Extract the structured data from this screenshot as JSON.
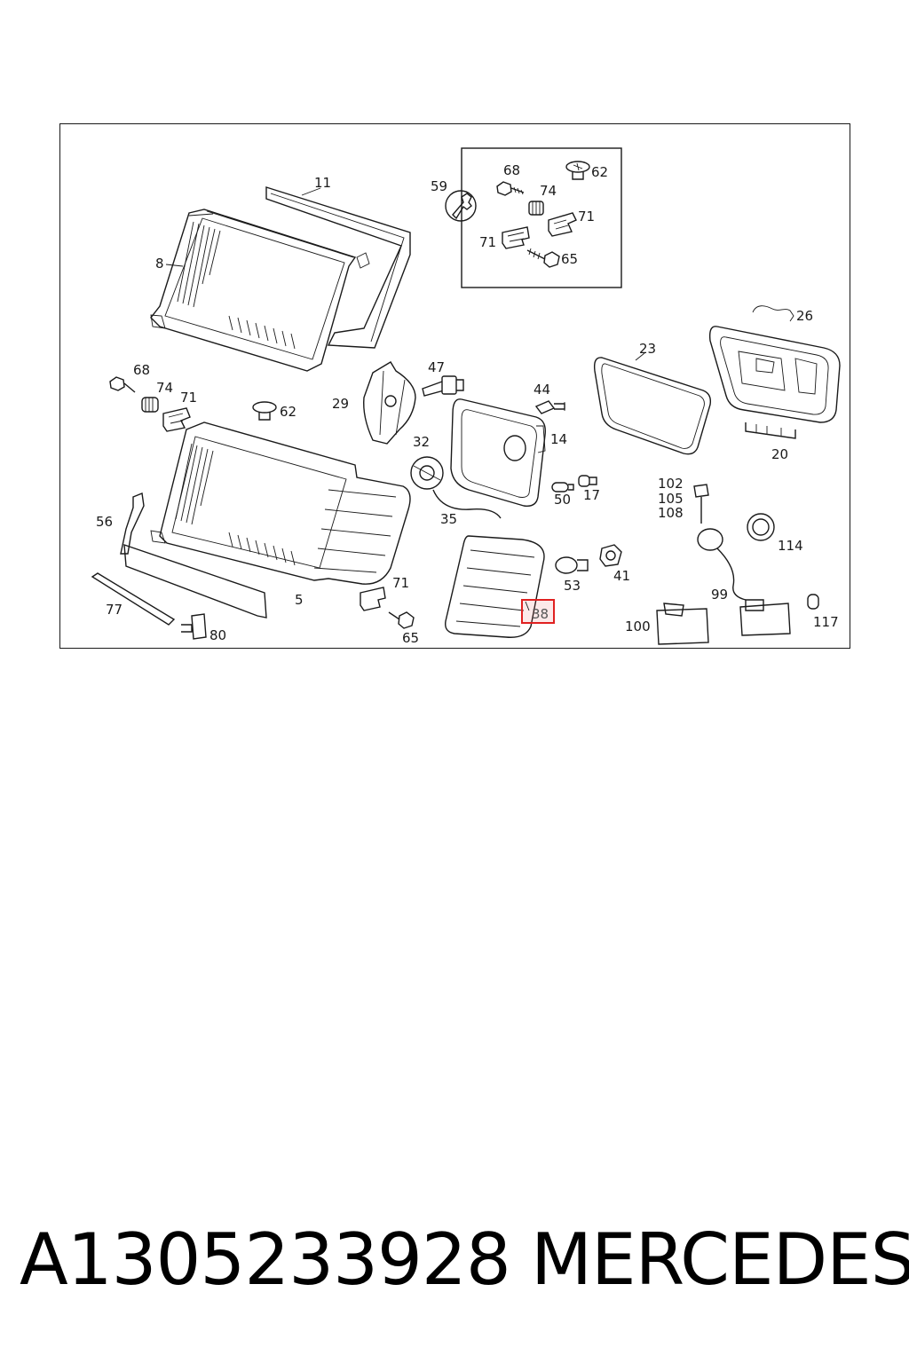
{
  "diagram": {
    "callouts": {
      "c11": "11",
      "c8": "8",
      "c59": "59",
      "c68a": "68",
      "c74a": "74",
      "c62a": "62",
      "c71a": "71",
      "c71b": "71",
      "c65a": "65",
      "c26": "26",
      "c23": "23",
      "c20": "20",
      "c68b": "68",
      "c74b": "74",
      "c71c": "71",
      "c62b": "62",
      "c29": "29",
      "c47": "47",
      "c44": "44",
      "c14": "14",
      "c32": "32",
      "c35": "35",
      "c50": "50",
      "c17": "17",
      "c56": "56",
      "c5": "5",
      "c77": "77",
      "c80": "80",
      "c71d": "71",
      "c65b": "65",
      "c38": "38",
      "c53": "53",
      "c41": "41",
      "c102": "102",
      "c105": "105",
      "c108": "108",
      "c114": "114",
      "c99": "99",
      "c100": "100",
      "c117": "117"
    },
    "highlight_color": "#e02020"
  },
  "footer": {
    "part_number": "A1305233928",
    "brand": "MERCEDES"
  }
}
